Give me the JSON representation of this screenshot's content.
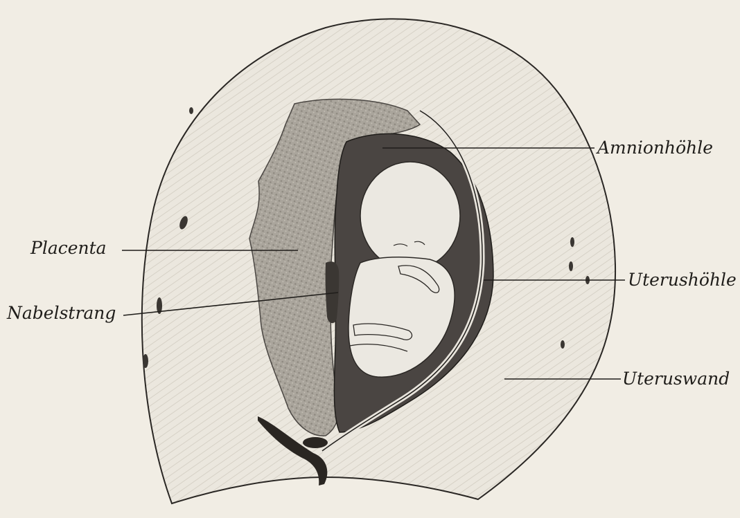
{
  "labels": {
    "amnionhoehle": "Amnionhöhle",
    "placenta": "Placenta",
    "uterushoehle": "Uterushöhle",
    "nabelstrang": "Nabelstrang",
    "uteruswand": "Uteruswand"
  },
  "colors": {
    "paper": "#f1ede4",
    "ink": "#1f1d1a",
    "uterus_wall": "#e9e5dc",
    "placenta": "#a9a49b",
    "amnion_cavity": "#4a4542",
    "embryo": "#ebe8e1"
  }
}
